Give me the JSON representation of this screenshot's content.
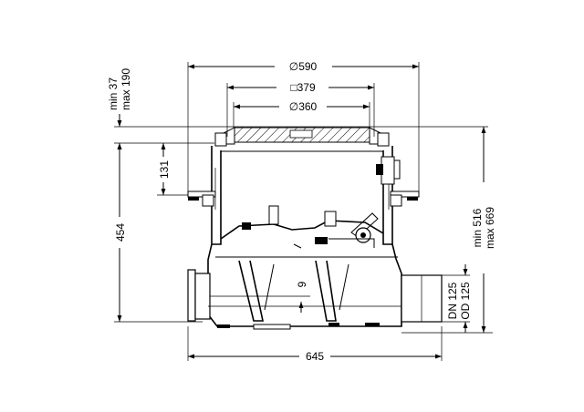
{
  "dimensions": {
    "outer_diameter": "∅590",
    "frame_square": "□379",
    "grate_diameter": "∅360",
    "adjust_min": "min 37",
    "adjust_max": "max 190",
    "upper_height": "131",
    "body_height": "454",
    "total_min": "min 516",
    "total_max": "max 669",
    "water_seal": "9",
    "pipe_dn": "DN 125",
    "pipe_od": "OD 125",
    "total_length": "645"
  }
}
